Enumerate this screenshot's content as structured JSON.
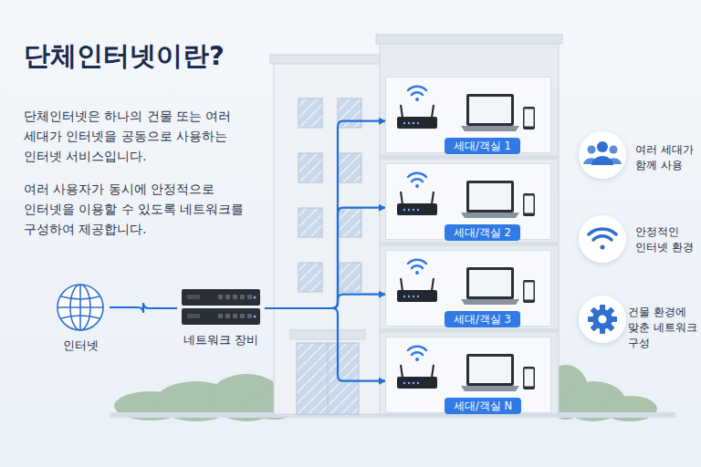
{
  "diagram": {
    "title": "단체인터넷이란?",
    "nodes": [
      {
        "text": [
          "인터넷"
        ]
      },
      {
        "text": [
          "네트워크 장비"
        ]
      },
      {
        "text": [
          "세대/객실 1"
        ]
      },
      {
        "text": [
          "세대/객실 2"
        ]
      },
      {
        "text": [
          "세대/객실 3"
        ]
      },
      {
        "text": [
          "세대/객실 N"
        ]
      }
    ],
    "edges": [
      {
        "from": 0,
        "to": 1,
        "arrow": "none"
      },
      {
        "from": 1,
        "to": 2,
        "arrow": "to"
      },
      {
        "from": 1,
        "to": 3,
        "arrow": "to"
      },
      {
        "from": 1,
        "to": 4,
        "arrow": "to"
      },
      {
        "from": 1,
        "to": 5,
        "arrow": "to"
      }
    ],
    "labels": [
      "단체인터넷은 하나의 건물 또는 여러 세대가 인터넷을 공동으로 사용하는 인터넷 서비스입니다.",
      "여러 사용자가 동시에 안정적으로 인터넷을 이용할 수 있도록 네트워크를 구성하여 제공합니다.",
      "여러 세대가 함께 사용",
      "안정적인 인터넷 환경",
      "건물 환경에 맞춘 네트워크 구성"
    ]
  }
}
